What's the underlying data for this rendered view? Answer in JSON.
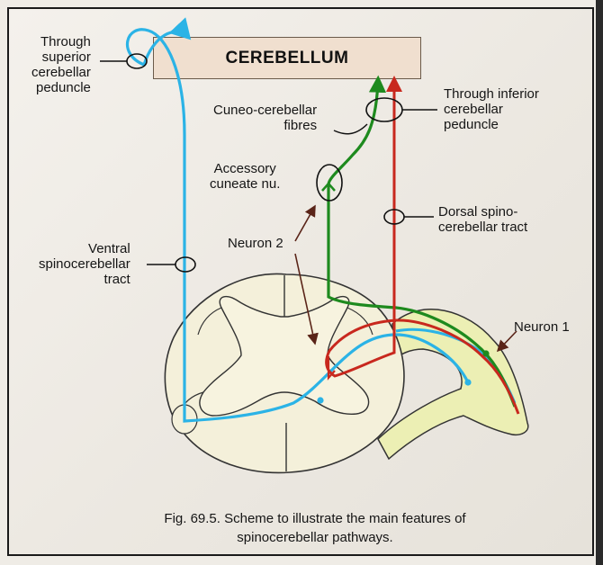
{
  "diagram": {
    "cerebellum_label": "CEREBELLUM",
    "labels": {
      "superior": "Through\nsuperior\ncerebellar\npeduncle",
      "cuneo": "Cuneo-cerebellar\nfibres",
      "inferior": "Through inferior\ncerebellar\npeduncle",
      "accessory": "Accessory\ncuneate nu.",
      "dorsal": "Dorsal spino-\ncerebellar tract",
      "neuron2": "Neuron 2",
      "ventral": "Ventral\nspinocerebellar\ntract",
      "neuron1": "Neuron 1"
    },
    "caption": "Fig. 69.5. Scheme to illustrate the main features of\nspinocerebellar pathways.",
    "colors": {
      "ventral_tract": "#2bb3e6",
      "cuneo_tract": "#1e8a1e",
      "dorsal_tract": "#c8281e",
      "spinal_cord_fill": "#f4f0da",
      "root_fill": "#ecefb4",
      "cerebellum_fill": "#f0dfcf"
    }
  }
}
